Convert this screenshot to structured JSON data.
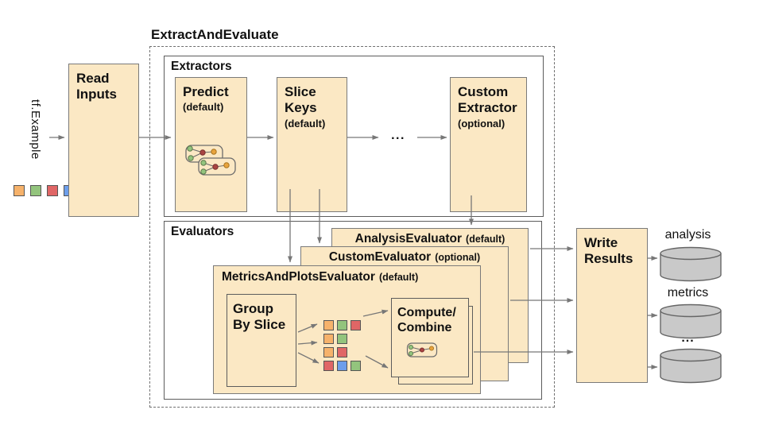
{
  "title": "ExtractAndEvaluate",
  "colors": {
    "box_fill": "#FBE8C4",
    "box_border": "#7a7a7a",
    "arrow": "#777777",
    "cylinder_fill": "#C9C9C9",
    "palette": {
      "orange": "#F6B26B",
      "green": "#93C47D",
      "red": "#E06666",
      "blue": "#6D9EEB"
    }
  },
  "input": {
    "label": "tf.Example",
    "squares": [
      "orange",
      "green",
      "red",
      "blue"
    ]
  },
  "read_inputs": {
    "line1": "Read",
    "line2": "Inputs"
  },
  "extractors": {
    "label": "Extractors",
    "predict": {
      "title": "Predict",
      "sub": "(default)"
    },
    "slice_keys": {
      "line1": "Slice",
      "line2": "Keys",
      "sub": "(default)"
    },
    "ellipsis": "...",
    "custom_extractor": {
      "line1": "Custom",
      "line2": "Extractor",
      "sub": "(optional)"
    }
  },
  "evaluators": {
    "label": "Evaluators",
    "analysis_evaluator": {
      "title": "AnalysisEvaluator",
      "sub": "(default)"
    },
    "custom_evaluator": {
      "title": "CustomEvaluator",
      "sub": "(optional)"
    },
    "metrics_evaluator": {
      "title": "MetricsAndPlotsEvaluator",
      "sub": "(default)"
    },
    "group_by_slice": {
      "line1": "Group",
      "line2": "By Slice"
    },
    "compute_combine": {
      "line1": "Compute/",
      "line2": "Combine"
    },
    "grid_rows": [
      [
        "orange",
        "green",
        "red"
      ],
      [
        "orange",
        "green"
      ],
      [
        "orange",
        "red"
      ],
      [
        "red",
        "blue",
        "green"
      ]
    ]
  },
  "write_results": {
    "line1": "Write",
    "line2": "Results"
  },
  "outputs": [
    {
      "label": "analysis"
    },
    {
      "label": "metrics"
    },
    {
      "label": "..."
    }
  ]
}
